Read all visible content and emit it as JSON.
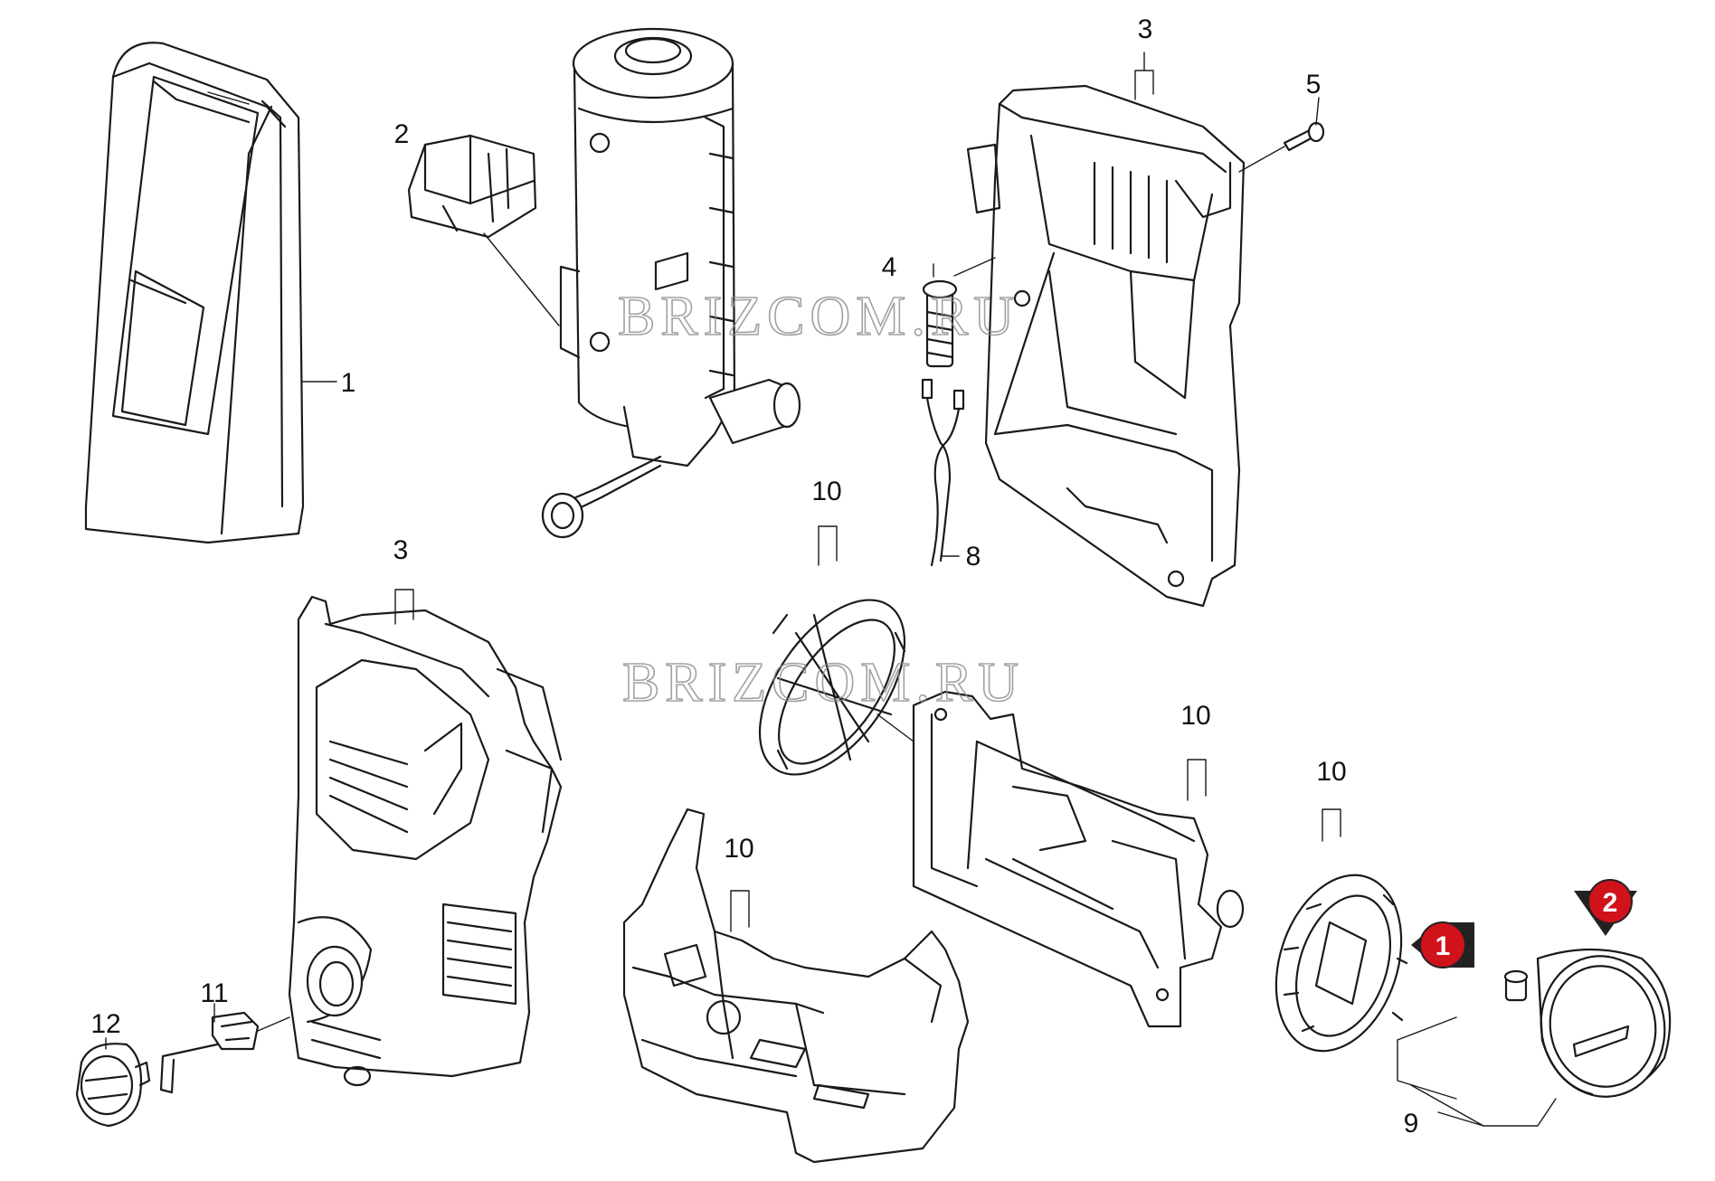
{
  "diagram": {
    "callouts": {
      "c1": "1",
      "c2": "2",
      "c3a": "3",
      "c3b": "3",
      "c4": "4",
      "c5": "5",
      "c8": "8",
      "c9": "9",
      "c10a": "10",
      "c10b": "10",
      "c10c": "10",
      "c10d": "10",
      "c11": "11",
      "c12": "12"
    },
    "markers": {
      "m1": "1",
      "m2": "2"
    },
    "watermarks": {
      "w1": "BRIZCOM.RU",
      "w2": "BRIZCOM.RU"
    },
    "colors": {
      "line": "#1a1a1a",
      "marker_red": "#d0121b",
      "marker_dark": "#222222",
      "watermark": "#8a8a8a"
    }
  }
}
